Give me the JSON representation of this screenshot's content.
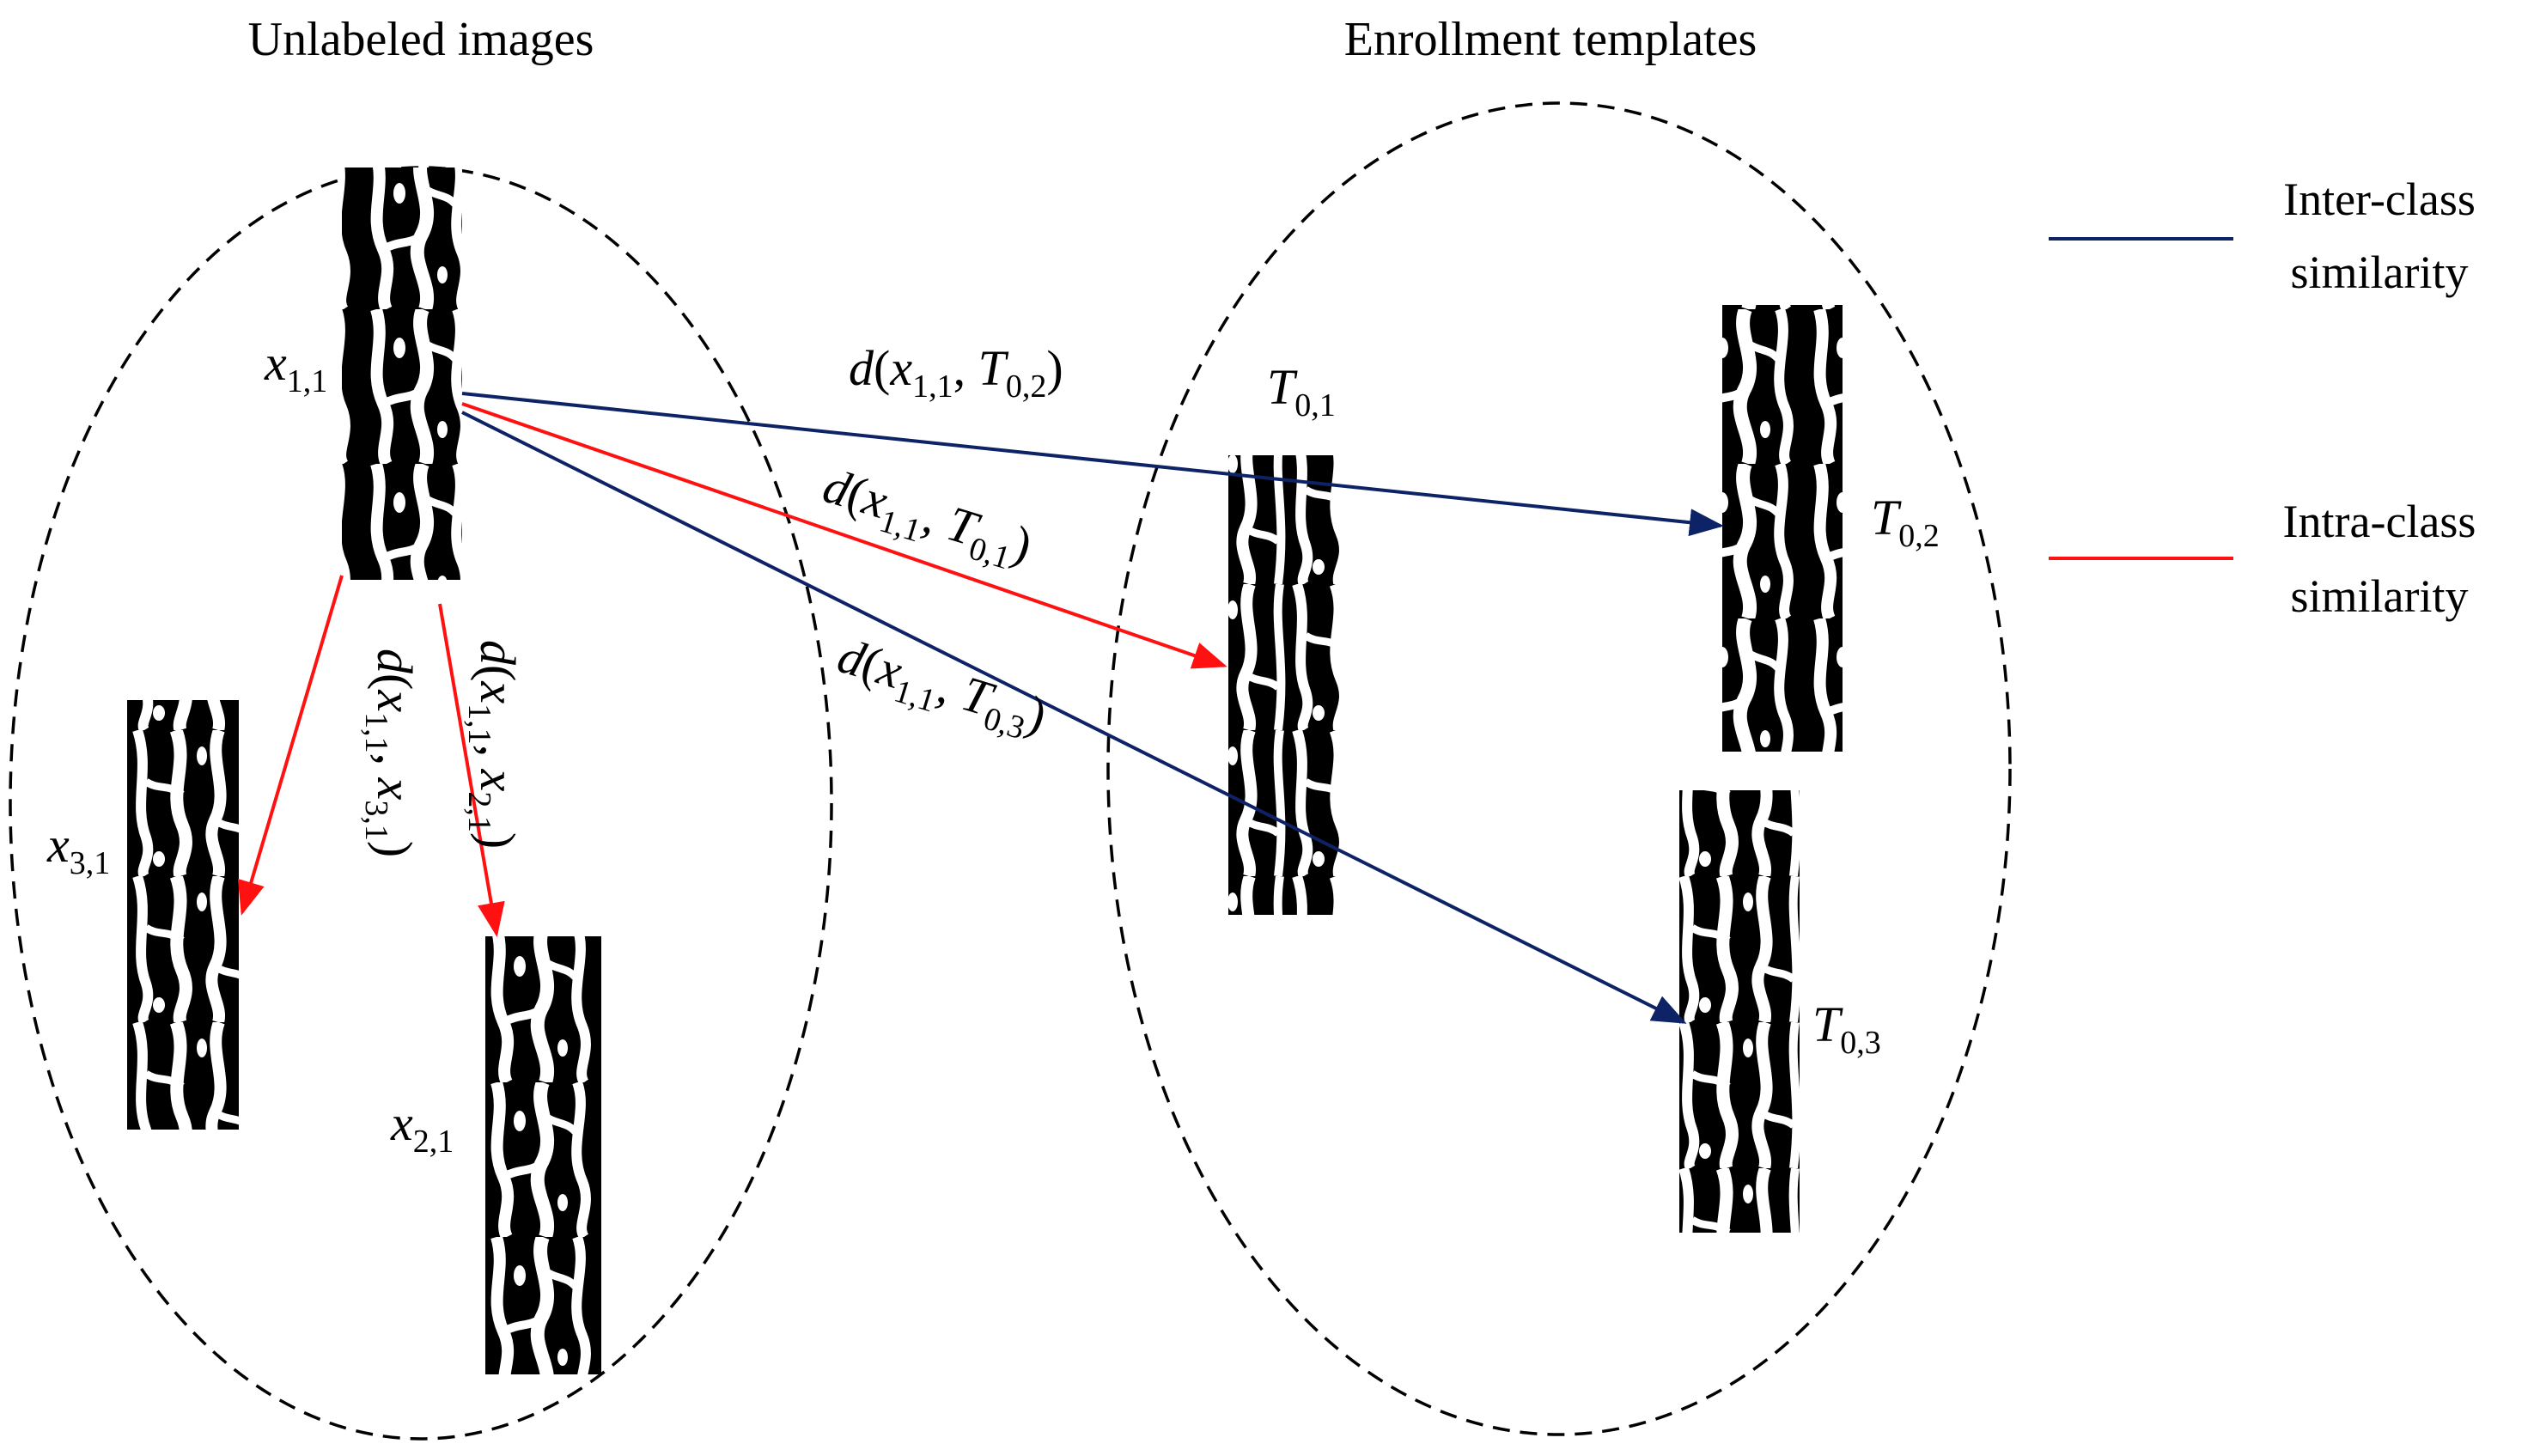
{
  "titles": {
    "left": "Unlabeled images",
    "right": "Enrollment templates"
  },
  "legend": {
    "inter_line1": "Inter-class",
    "inter_line2": "similarity",
    "intra_line1": "Intra-class",
    "intra_line2": "similarity"
  },
  "labels": {
    "x11_main": "x",
    "x11_sub": "1,1",
    "x21_main": "x",
    "x21_sub": "2,1",
    "x31_main": "x",
    "x31_sub": "3,1",
    "T01_main": "T",
    "T01_sub": "0,1",
    "T02_main": "T",
    "T02_sub": "0,2",
    "T03_main": "T",
    "T03_sub": "0,3"
  },
  "edges": {
    "e_T02": {
      "d": "d",
      "lp": "(",
      "a": "x",
      "a_sub": "1,1",
      "comma": ", ",
      "b": "T",
      "b_sub": "0,2",
      "rp": ")"
    },
    "e_T01": {
      "d": "d",
      "lp": "(",
      "a": "x",
      "a_sub": "1,1",
      "comma": ", ",
      "b": "T",
      "b_sub": "0,1",
      "rp": ")"
    },
    "e_T03": {
      "d": "d",
      "lp": "(",
      "a": "x",
      "a_sub": "1,1",
      "comma": ", ",
      "b": "T",
      "b_sub": "0,3",
      "rp": ")"
    },
    "e_x31": {
      "d": "d",
      "lp": "(",
      "a": "x",
      "a_sub": "1,1",
      "comma": ", ",
      "b": "x",
      "b_sub": "3,1",
      "rp": ")"
    },
    "e_x21": {
      "d": "d",
      "lp": "(",
      "a": "x",
      "a_sub": "1,1",
      "comma": ", ",
      "b": "x",
      "b_sub": "2,1",
      "rp": ")"
    }
  },
  "colors": {
    "inter": "#0e2266",
    "intra": "#ff1111",
    "outline": "#000000"
  }
}
